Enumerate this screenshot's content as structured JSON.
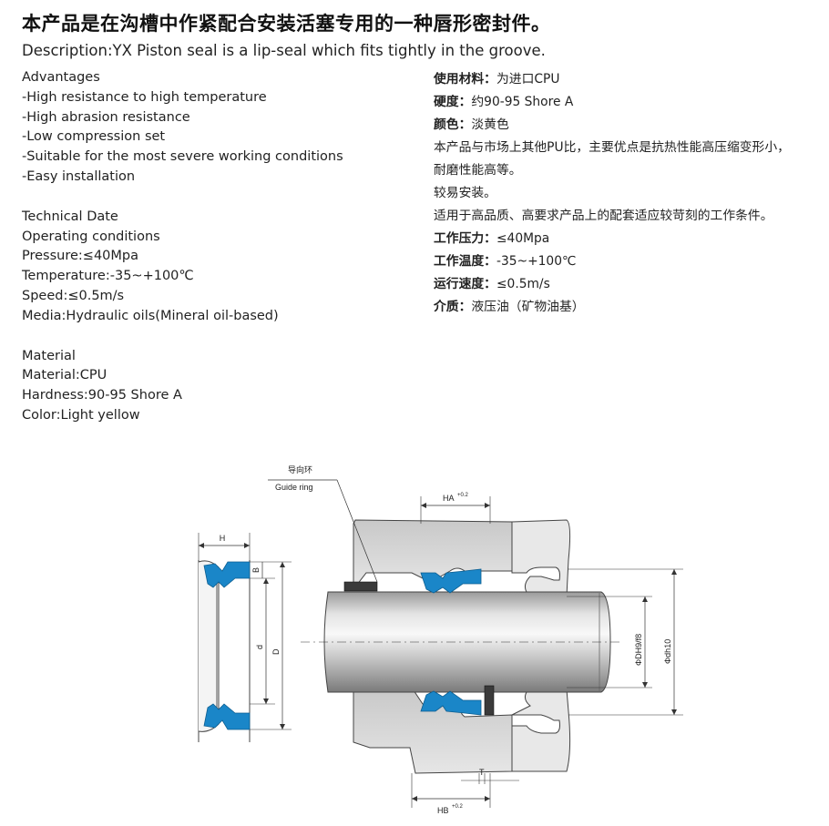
{
  "title": "本产品是在沟槽中作紧配合安装活塞专用的一种唇形密封件。",
  "description": "Description:YX Piston seal is a lip-seal which fits tightly in the groove.",
  "advantages": {
    "heading": "Advantages",
    "items": [
      "-High resistance to high temperature",
      "-High abrasion resistance",
      "-Low compression set",
      "-Suitable for the most severe working conditions",
      "-Easy installation"
    ]
  },
  "technical": {
    "heading": "Technical Date",
    "items": [
      "Operating conditions",
      "Pressure:≤40Mpa",
      "Temperature:-35~+100℃",
      "Speed:≤0.5m/s",
      "Media:Hydraulic oils(Mineral oil-based)"
    ]
  },
  "material": {
    "heading": "Material",
    "items": [
      "Material:CPU",
      "Hardness:90-95 Shore A",
      "Color:Light yellow"
    ]
  },
  "chinese": {
    "material_label": "使用材料：",
    "material_value": "为进口CPU",
    "hardness_label": "硬度：",
    "hardness_value": "约90-95 Shore A",
    "color_label": "颜色：",
    "color_value": "淡黄色",
    "advantage_line1": "本产品与市场上其他PU比，主要优点是抗热性能高压缩变形小，",
    "advantage_line2": "耐磨性能高等。",
    "install": "较易安装。",
    "suitable": "适用于高品质、高要求产品上的配套适应较苛刻的工作条件。",
    "pressure_label": "工作压力：",
    "pressure_value": "≤40Mpa",
    "temp_label": "工作温度：",
    "temp_value": "-35~+100℃",
    "speed_label": "运行速度：",
    "speed_value": "≤0.5m/s",
    "media_label": "介质：",
    "media_value": "液压油（矿物油基）"
  },
  "diagram": {
    "guide_cn": "导向环",
    "guide_en": "Guide ring",
    "H": "H",
    "B": "B",
    "d": "d",
    "D": "D",
    "HA": "HA",
    "HA_tol": "+0.2",
    "HB": "HB",
    "HB_tol": "+0.2",
    "T": "T",
    "DH9": "ΦDH9/f8",
    "dh10": "Φdh10",
    "colors": {
      "seal": "#1a86c8",
      "metal": "#d4d4d4",
      "metal_dark": "#a8a8a8",
      "guide_ring": "#3a3a3a"
    }
  }
}
